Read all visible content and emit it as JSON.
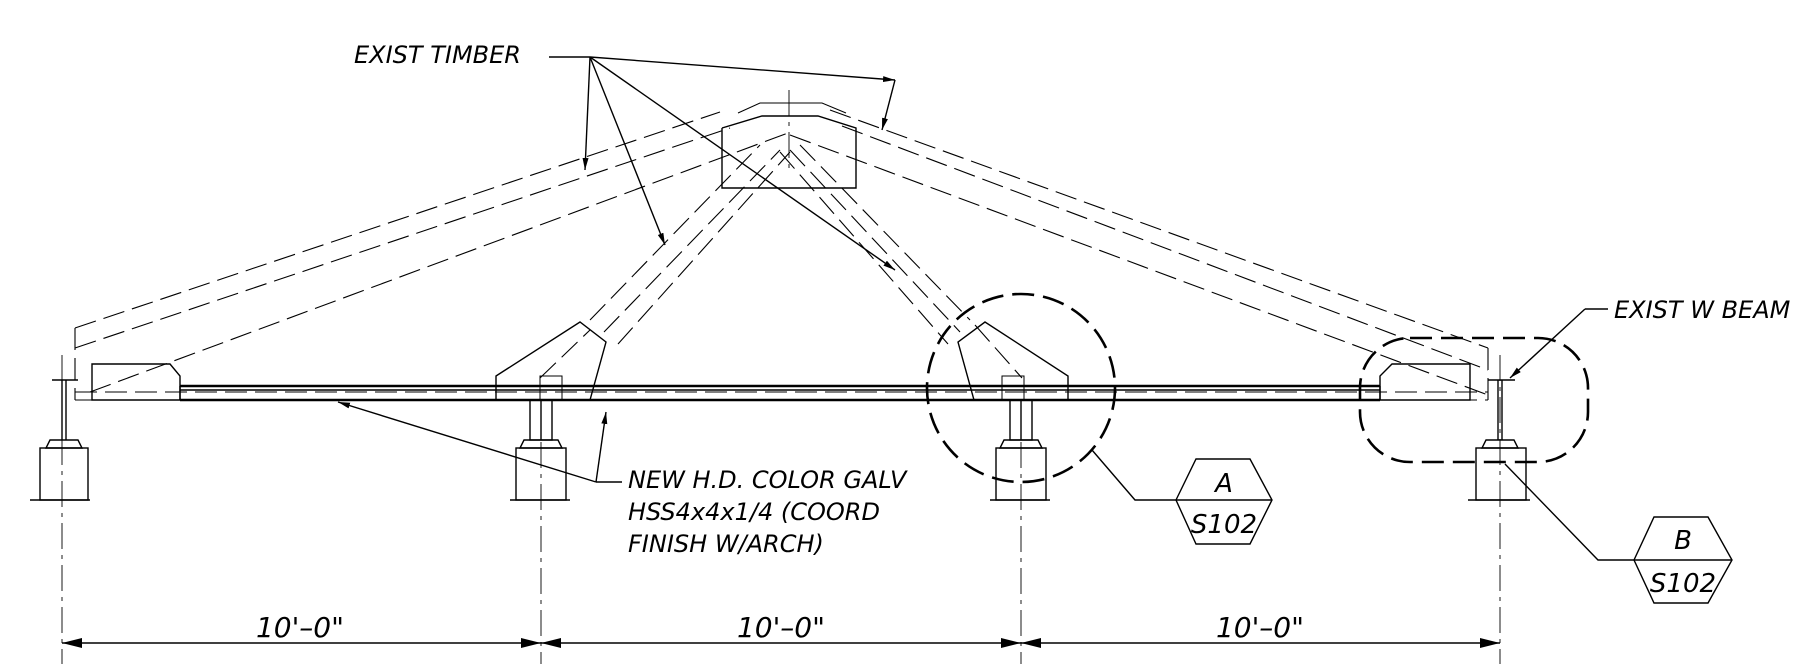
{
  "labels": {
    "exist_timber": "EXIST TIMBER",
    "exist_w_beam": "EXIST W BEAM",
    "new_member_line1": "NEW H.D. COLOR GALV",
    "new_member_line2": "HSS4x4x1/4 (COORD",
    "new_member_line3": "FINISH W/ARCH)"
  },
  "dimensions": [
    {
      "text": "10'–0\""
    },
    {
      "text": "10'–0\""
    },
    {
      "text": "10'–0\""
    }
  ],
  "detail_tags": [
    {
      "letter": "A",
      "sheet": "S102"
    },
    {
      "letter": "B",
      "sheet": "S102"
    }
  ]
}
